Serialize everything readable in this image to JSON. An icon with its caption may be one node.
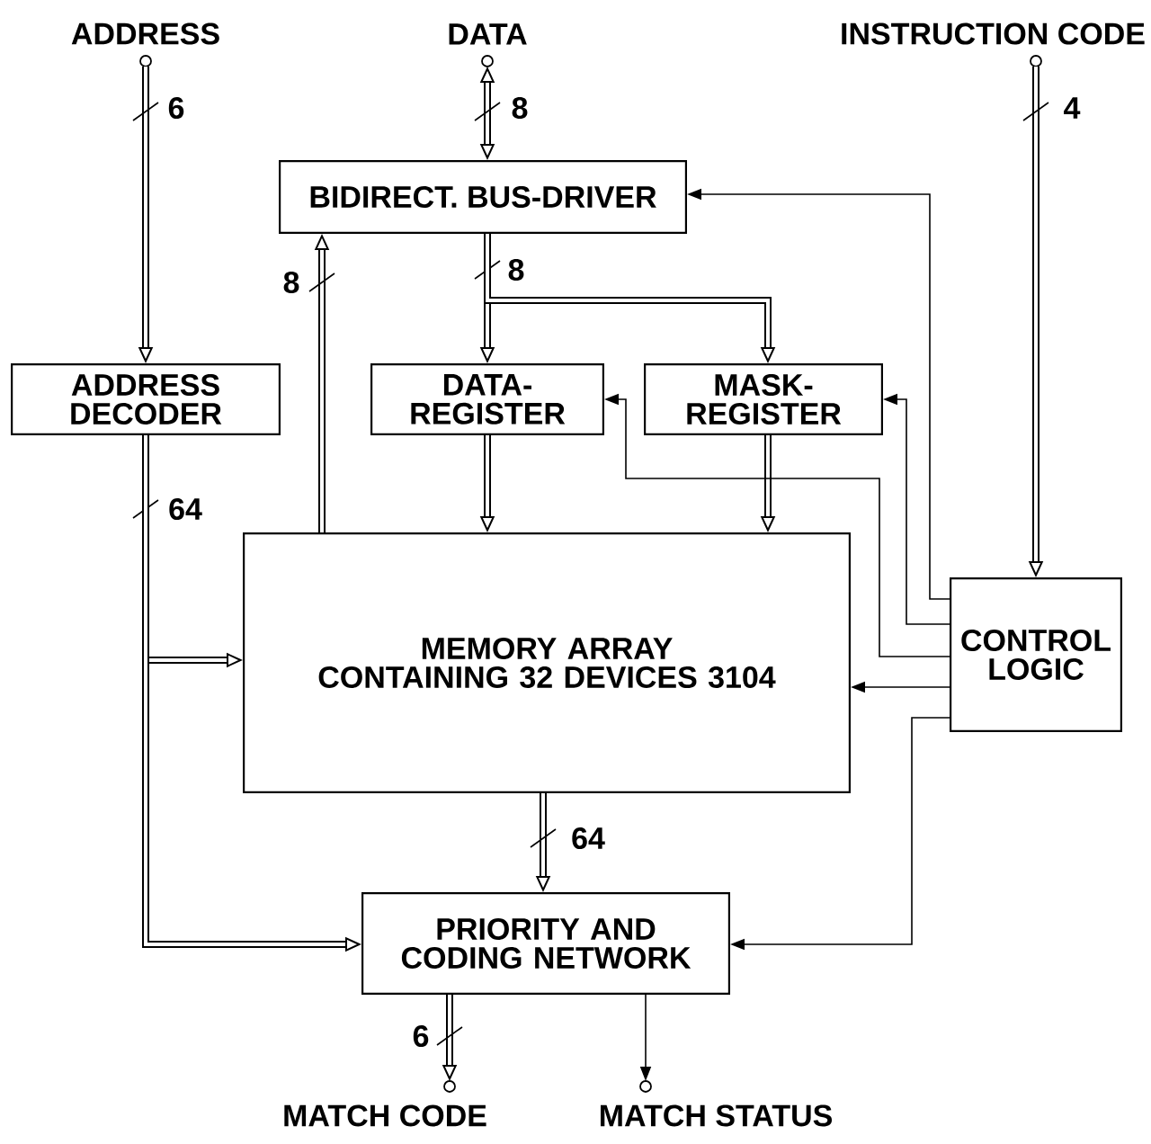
{
  "diagram": {
    "nodes": [
      {
        "text": [
          "ADDRESS"
        ]
      },
      {
        "text": [
          "DATA"
        ]
      },
      {
        "text": [
          "INSTRUCTION CODE"
        ]
      },
      {
        "text": [
          "BIDIRECT. BUS-DRIVER"
        ]
      },
      {
        "text": [
          "ADDRESS DECODER"
        ]
      },
      {
        "text": [
          "DATA-REGISTER"
        ]
      },
      {
        "text": [
          "MASK-REGISTER"
        ]
      },
      {
        "text": [
          "MEMORY ARRAY",
          "CONTAINING 32 DEVICES 3104"
        ]
      },
      {
        "text": [
          "CONTROL LOGIC"
        ]
      },
      {
        "text": [
          "PRIORITY AND CODING NETWORK"
        ]
      },
      {
        "text": [
          "MATCH CODE"
        ]
      },
      {
        "text": [
          "MATCH STATUS"
        ]
      }
    ],
    "edges": [
      {
        "from": 0,
        "to": 4,
        "arrow": "to",
        "label": "6"
      },
      {
        "from": 1,
        "to": 3,
        "arrow": "both",
        "label": "8"
      },
      {
        "from": 2,
        "to": 8,
        "arrow": "to",
        "label": "4"
      },
      {
        "from": 3,
        "to": 5,
        "arrow": "to",
        "label": "8"
      },
      {
        "from": 3,
        "to": 6,
        "arrow": "to"
      },
      {
        "from": 7,
        "to": 3,
        "arrow": "to",
        "label": "8"
      },
      {
        "from": 4,
        "to": 7,
        "arrow": "to",
        "label": "64"
      },
      {
        "from": 4,
        "to": 9,
        "arrow": "to"
      },
      {
        "from": 5,
        "to": 7,
        "arrow": "to"
      },
      {
        "from": 6,
        "to": 7,
        "arrow": "to"
      },
      {
        "from": 8,
        "to": 3,
        "arrow": "to"
      },
      {
        "from": 8,
        "to": 5,
        "arrow": "to"
      },
      {
        "from": 8,
        "to": 6,
        "arrow": "to"
      },
      {
        "from": 8,
        "to": 7,
        "arrow": "to"
      },
      {
        "from": 8,
        "to": 9,
        "arrow": "to"
      },
      {
        "from": 7,
        "to": 9,
        "arrow": "to",
        "label": "64"
      },
      {
        "from": 9,
        "to": 10,
        "arrow": "to",
        "label": "6"
      },
      {
        "from": 9,
        "to": 11,
        "arrow": "to"
      }
    ]
  }
}
